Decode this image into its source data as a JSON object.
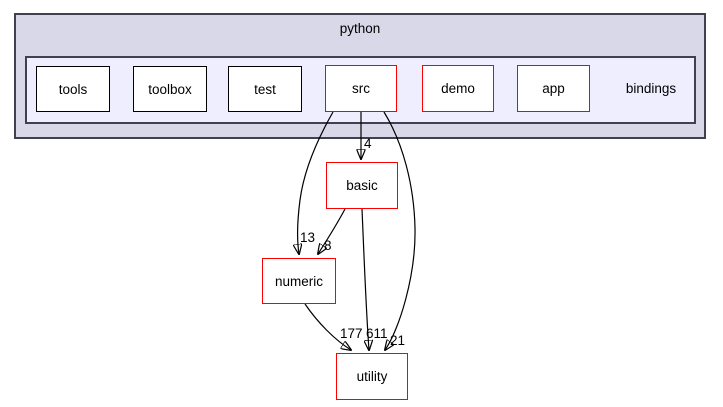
{
  "diagram": {
    "type": "directory-dependency-graph",
    "outer_cluster": {
      "label": "python"
    },
    "inner_cluster": {
      "label": "bindings"
    },
    "nodes": [
      {
        "id": "tools",
        "label": "tools",
        "style": "plain"
      },
      {
        "id": "toolbox",
        "label": "toolbox",
        "style": "plain"
      },
      {
        "id": "test",
        "label": "test",
        "style": "plain"
      },
      {
        "id": "src",
        "label": "src",
        "style": "highlighted"
      },
      {
        "id": "demo",
        "label": "demo",
        "style": "highlighted"
      },
      {
        "id": "app",
        "label": "app",
        "style": "highlighted"
      },
      {
        "id": "basic",
        "label": "basic",
        "style": "highlighted"
      },
      {
        "id": "numeric",
        "label": "numeric",
        "style": "highlighted"
      },
      {
        "id": "utility",
        "label": "utility",
        "style": "highlighted"
      }
    ],
    "edges": [
      {
        "from": "src",
        "to": "basic",
        "count": "4"
      },
      {
        "from": "src",
        "to": "numeric",
        "count": "13"
      },
      {
        "from": "basic",
        "to": "numeric",
        "count": "8"
      },
      {
        "from": "numeric",
        "to": "utility",
        "count": "177"
      },
      {
        "from": "basic",
        "to": "utility",
        "count": "611"
      },
      {
        "from": "src",
        "to": "utility",
        "count": "21"
      }
    ],
    "colors": {
      "highlighted_node_border": "#ff0000",
      "plain_node_border": "#000000",
      "node_fill": "#ffffff",
      "outer_cluster_fill": "#d8d8e8",
      "inner_cluster_fill": "#eeeeff",
      "cluster_border": "#404050",
      "edge_color": "#000000"
    }
  }
}
